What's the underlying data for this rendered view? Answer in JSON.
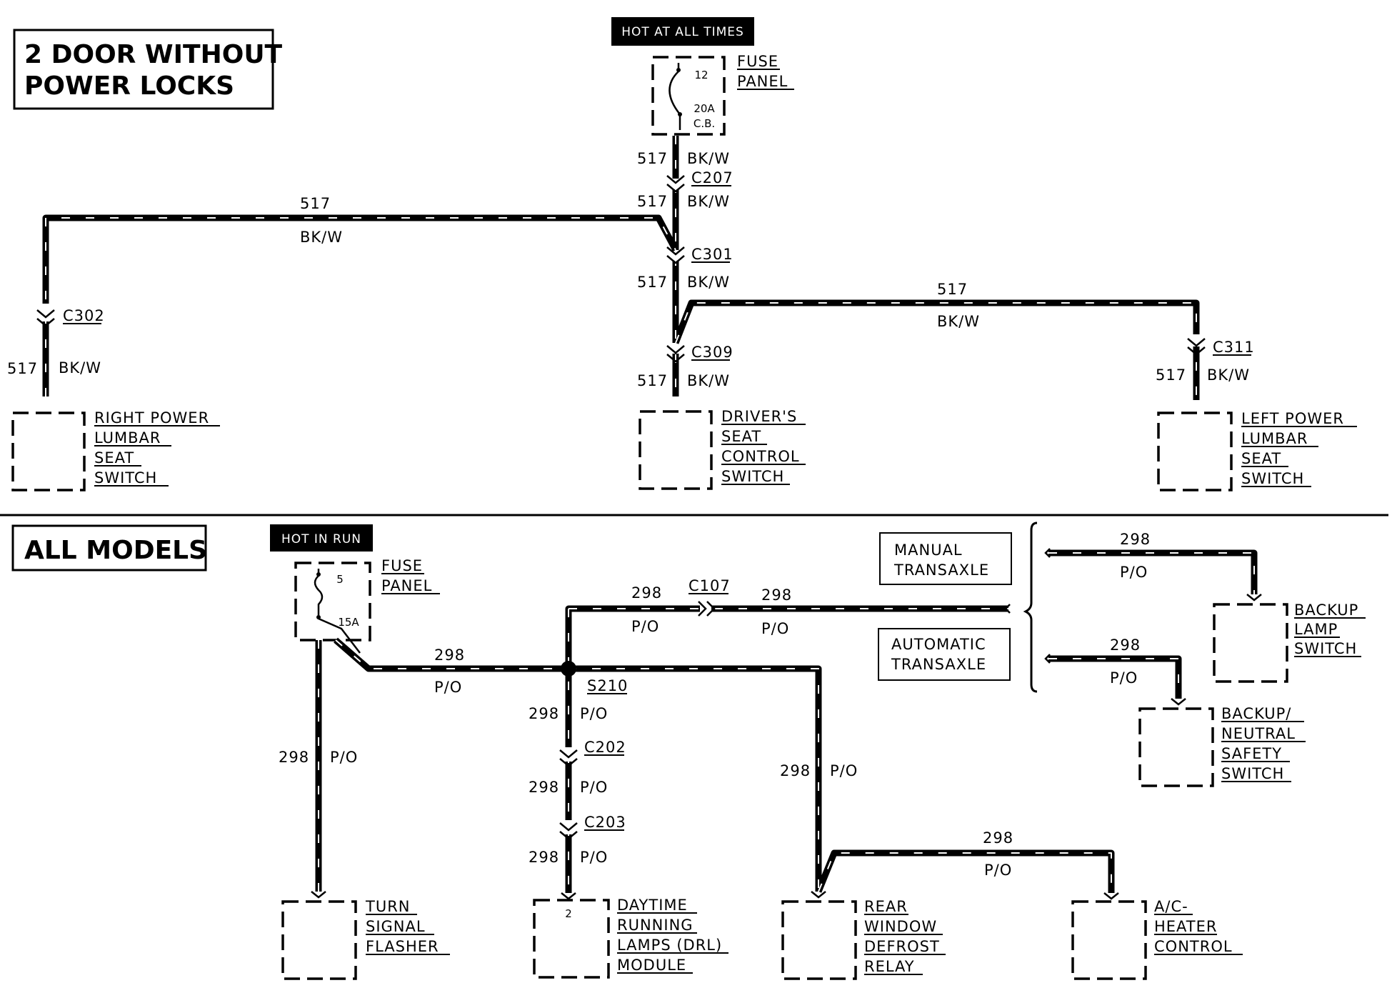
{
  "sections": {
    "top_title_line1": "2 DOOR WITHOUT",
    "top_title_line2": "POWER LOCKS",
    "bottom_title": "ALL MODELS"
  },
  "top": {
    "hot_label": "HOT AT ALL TIMES",
    "fuse_panel_line1": "FUSE",
    "fuse_panel_line2": "PANEL",
    "fuse_number": "12",
    "fuse_rating": "20A",
    "fuse_type": "C.B.",
    "circuit": "517",
    "color": "BK/W",
    "connectors": {
      "c207": "C207",
      "c301": "C301",
      "c302": "C302",
      "c309": "C309",
      "c311": "C311"
    },
    "components": {
      "right_lumbar": [
        "RIGHT POWER",
        "LUMBAR",
        "SEAT",
        "SWITCH"
      ],
      "drivers_seat": [
        "DRIVER'S",
        "SEAT",
        "CONTROL",
        "SWITCH"
      ],
      "left_lumbar": [
        "LEFT POWER",
        "LUMBAR",
        "SEAT",
        "SWITCH"
      ]
    }
  },
  "bottom": {
    "hot_label": "HOT IN RUN",
    "fuse_panel_line1": "FUSE",
    "fuse_panel_line2": "PANEL",
    "fuse_number": "5",
    "fuse_rating": "15A",
    "circuit": "298",
    "color": "P/O",
    "splice": "S210",
    "connectors": {
      "c107": "C107",
      "c202": "C202",
      "c203": "C203"
    },
    "transaxle": {
      "manual_line1": "MANUAL",
      "manual_line2": "TRANSAXLE",
      "auto_line1": "AUTOMATIC",
      "auto_line2": "TRANSAXLE"
    },
    "drl_pin": "2",
    "components": {
      "turn_signal": [
        "TURN",
        "SIGNAL",
        "FLASHER"
      ],
      "drl_module": [
        "DAYTIME",
        "RUNNING",
        "LAMPS (DRL)",
        "MODULE"
      ],
      "rear_defrost": [
        "REAR",
        "WINDOW",
        "DEFROST",
        "RELAY"
      ],
      "ac_heater": [
        "A/C-",
        "HEATER",
        "CONTROL"
      ],
      "backup_lamp": [
        "BACKUP",
        "LAMP",
        "SWITCH"
      ],
      "backup_neutral": [
        "BACKUP/",
        "NEUTRAL",
        "SAFETY",
        "SWITCH"
      ]
    }
  }
}
